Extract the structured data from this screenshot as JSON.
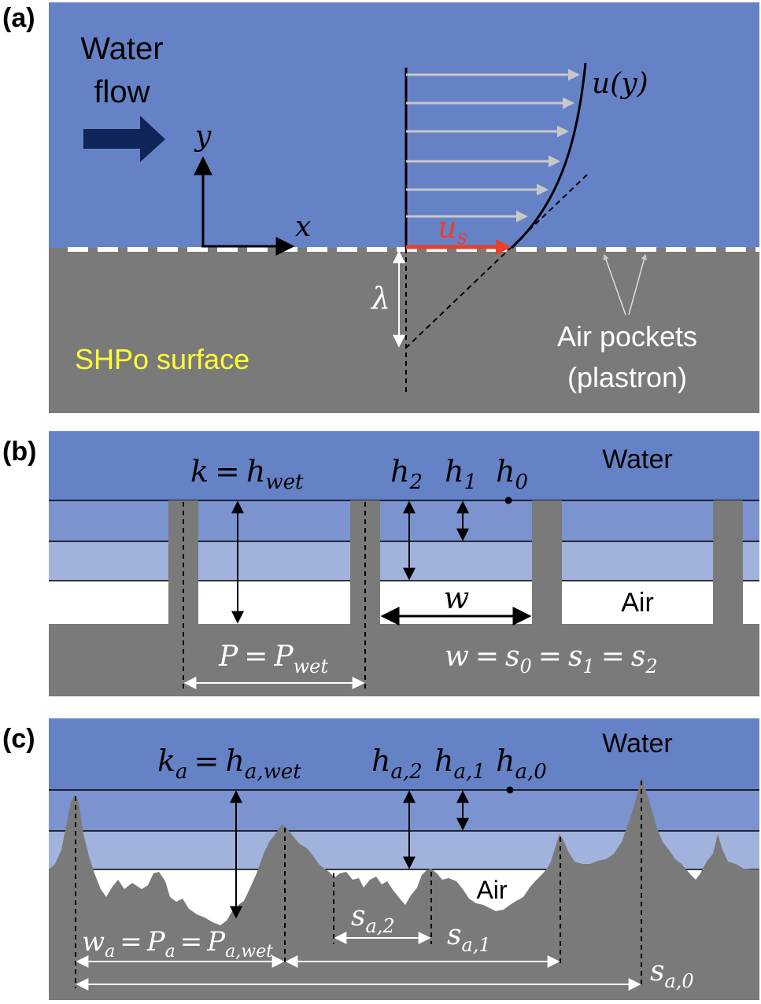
{
  "panel_a": {
    "label": "(a)",
    "flow_label_line1": "Water",
    "flow_label_line2": "flow",
    "axis_y": "y",
    "axis_x": "x",
    "velocity_profile": "u(y)",
    "slip_velocity_base": "u",
    "slip_velocity_sub": "s",
    "slip_length": "λ",
    "surface_label": "SHPo surface",
    "air_label_line1": "Air pockets",
    "air_label_line2": "(plastron)",
    "colors": {
      "water": "#6682c6",
      "solid": "#7a7a7a",
      "surface_text": "#ffff33",
      "slip_arrow": "#e8402a",
      "flow_arrow": "#0f2457"
    }
  },
  "panel_b": {
    "label": "(b)",
    "water_label": "Water",
    "air_label": "Air",
    "k_lhs": "k",
    "eq": "=",
    "h_wet_base": "h",
    "h_wet_sub": "wet",
    "h2_base": "h",
    "h2_sub": "2",
    "h1_base": "h",
    "h1_sub": "1",
    "h0_base": "h",
    "h0_sub": "0",
    "w_label": "w",
    "pitch_lhs": "P",
    "pitch_rhs_base": "P",
    "pitch_rhs_sub": "wet",
    "s_eq_lhs": "w",
    "s0_base": "s",
    "s0_sub": "0",
    "s1_base": "s",
    "s1_sub": "1",
    "s2_base": "s",
    "s2_sub": "2",
    "colors": {
      "band1": "#7b93cf",
      "band2": "#a1b2dd"
    }
  },
  "panel_c": {
    "label": "(c)",
    "water_label": "Water",
    "air_label": "Air",
    "k_base": "k",
    "k_sub": "a",
    "eq": "=",
    "hwet_base": "h",
    "hwet_sub": "a,wet",
    "h2_base": "h",
    "h2_sub": "a,2",
    "h1_base": "h",
    "h1_sub": "a,1",
    "h0_base": "h",
    "h0_sub": "a,0",
    "wa_base": "w",
    "wa_sub": "a",
    "pa_base": "P",
    "pa_sub": "a",
    "pawet_base": "P",
    "pawet_sub": "a,wet",
    "s2_base": "s",
    "s2_sub": "a,2",
    "s1_base": "s",
    "s1_sub": "a,1",
    "s0_base": "s",
    "s0_sub": "a,0"
  }
}
